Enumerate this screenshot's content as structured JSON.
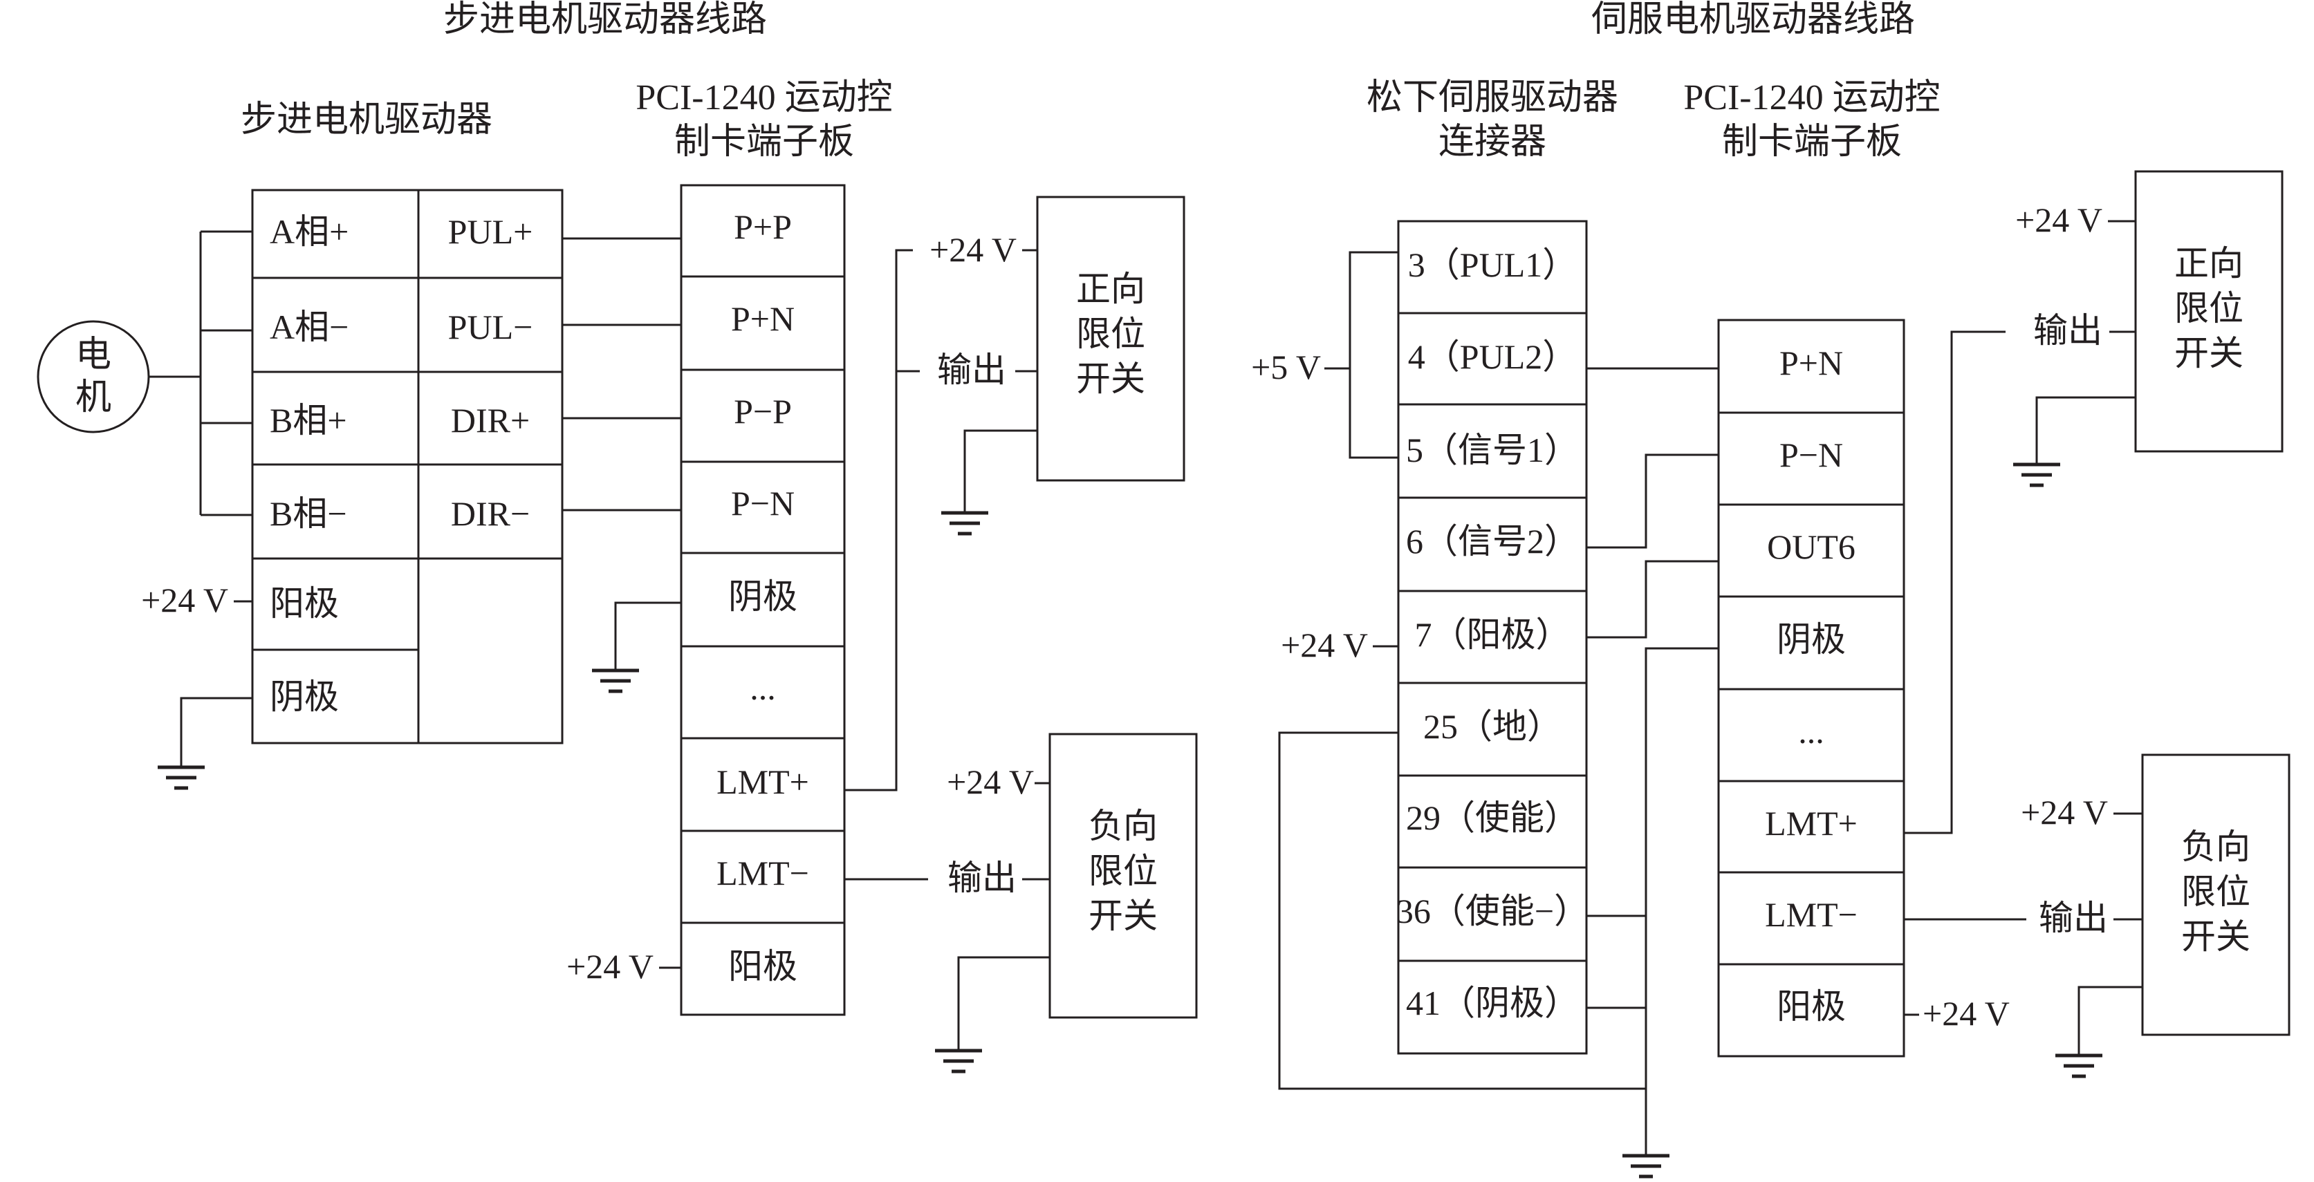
{
  "stepper": {
    "title": "步进电机驱动器线路",
    "driver_header": "步进电机驱动器",
    "card_header": [
      "PCI-1240 运动控",
      "制卡端子板"
    ],
    "motor": [
      "电",
      "机"
    ],
    "driver_left": [
      "A相+",
      "A相−",
      "B相+",
      "B相−",
      "阳极",
      "阴极"
    ],
    "driver_right": [
      "PUL+",
      "PUL−",
      "DIR+",
      "DIR−"
    ],
    "driver_left_label": "+24 V",
    "card_cells": [
      "P+P",
      "P+N",
      "P−P",
      "P−N",
      "阴极",
      "...",
      "LMT+",
      "LMT−",
      "阳极"
    ],
    "card_bottom_label": "+24 V",
    "positive_switch": {
      "name": [
        "正向",
        "限位",
        "开关"
      ],
      "supply": "+24 V",
      "output": "输出"
    },
    "negative_switch": {
      "name": [
        "负向",
        "限位",
        "开关"
      ],
      "supply": "+24 V",
      "output": "输出"
    }
  },
  "servo": {
    "title": "伺服电机驱动器线路",
    "connector_header": [
      "松下伺服驱动器",
      "连接器"
    ],
    "card_header": [
      "PCI-1240 运动控",
      "制卡端子板"
    ],
    "connector_cells": [
      "3（PUL1）",
      "4（PUL2）",
      "5（信号1）",
      "6（信号2）",
      "7（阳极）",
      "25（地）",
      "29（使能）",
      "36（使能−）",
      "41（阴极）"
    ],
    "plus5_label": "+5 V",
    "pin7_label": "+24 V",
    "card_cells": [
      "P+N",
      "P−N",
      "OUT6",
      "阴极",
      "...",
      "LMT+",
      "LMT−",
      "阳极"
    ],
    "card_bottom_label": "+24 V",
    "positive_switch": {
      "name": [
        "正向",
        "限位",
        "开关"
      ],
      "supply": "+24 V",
      "output": "输出"
    },
    "negative_switch": {
      "name": [
        "负向",
        "限位",
        "开关"
      ],
      "supply": "+24 V",
      "output": "输出"
    }
  }
}
